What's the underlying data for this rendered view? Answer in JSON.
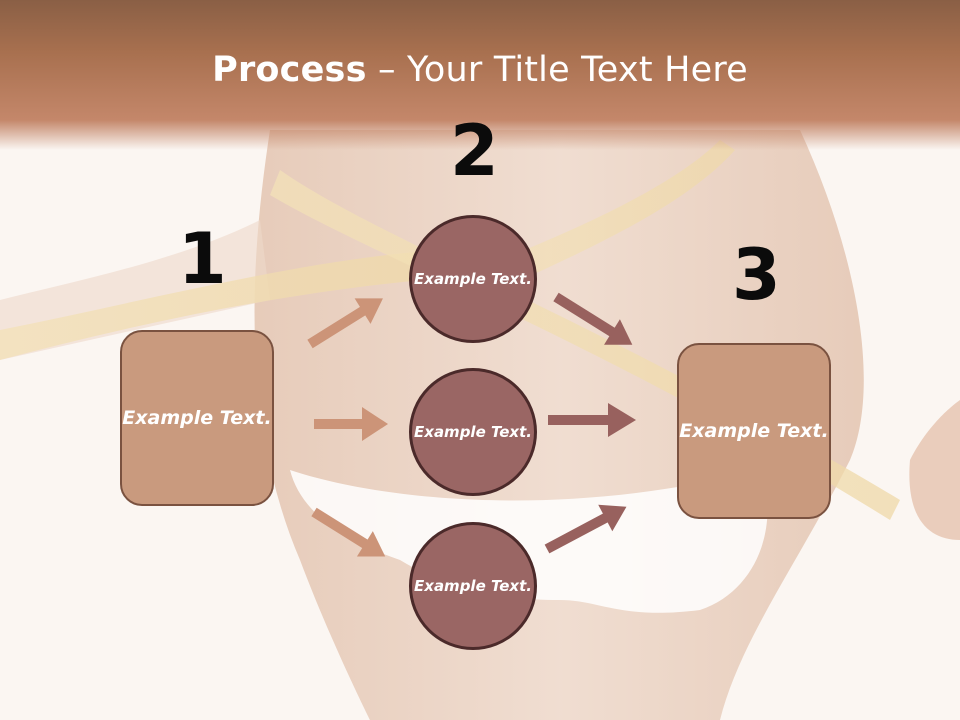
{
  "title": {
    "bold": "Process",
    "rest": " – Your Title Text Here"
  },
  "steps": [
    {
      "number": "1",
      "label": "Example Text."
    },
    {
      "number": "2",
      "items": [
        "Example Text.",
        "Example Text.",
        "Example Text."
      ]
    },
    {
      "number": "3",
      "label": "Example Text."
    }
  ],
  "colors": {
    "header": "#a8704f",
    "box_fill": "#c99a7e",
    "circle_fill": "#9a6664",
    "arrow_light": "#cc9478",
    "arrow_dark": "#98615e"
  }
}
